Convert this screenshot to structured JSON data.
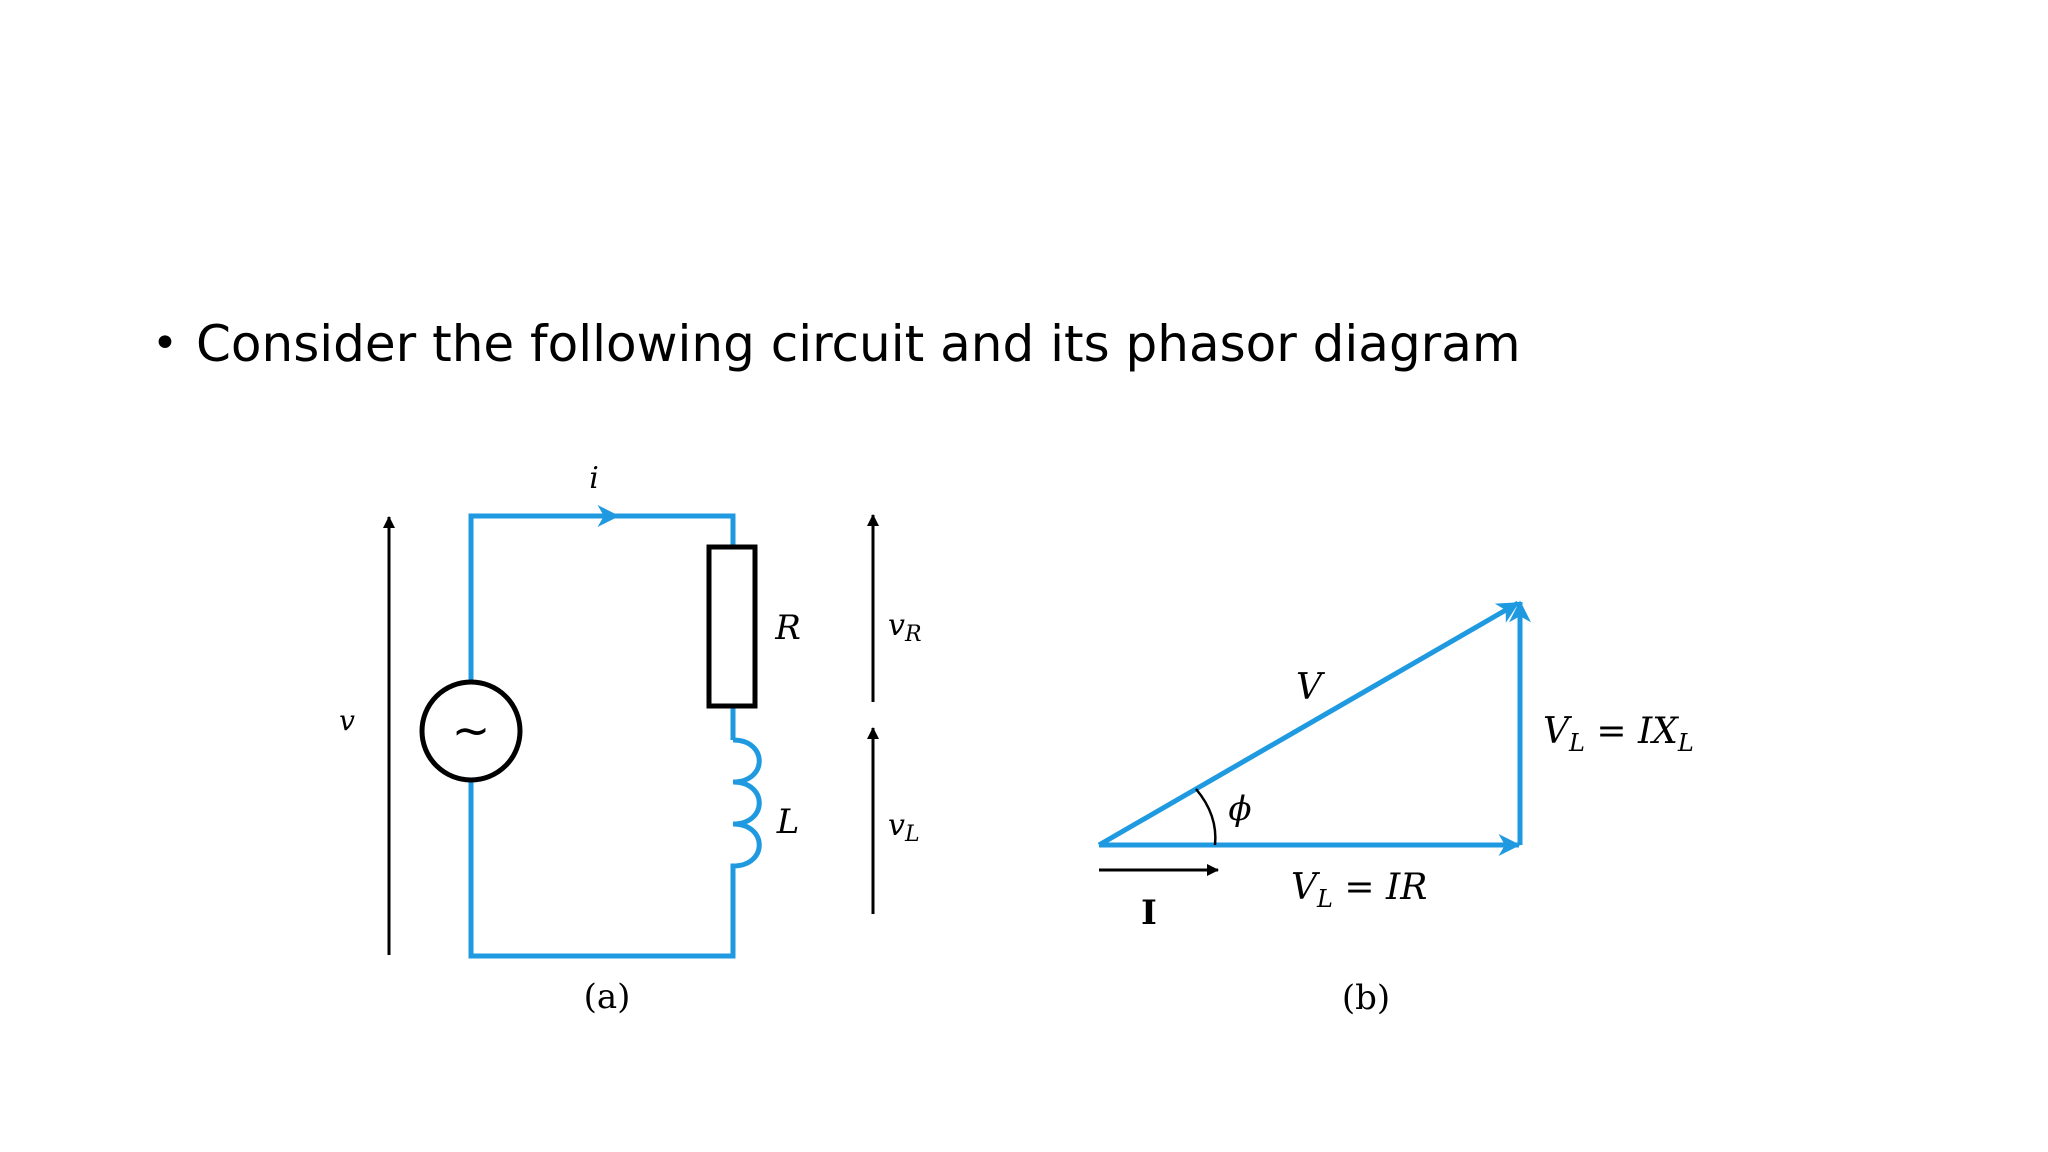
{
  "slide": {
    "bullet_symbol": "•",
    "bullet_text": "Consider the following circuit and its phasor diagram"
  },
  "circuit": {
    "current_label": "i",
    "source_voltage_label": "v",
    "source_symbol": "~",
    "resistor_label": "R",
    "inductor_label": "L",
    "resistor_voltage_main": "v",
    "resistor_voltage_sub": "R",
    "inductor_voltage_main": "v",
    "inductor_voltage_sub": "L",
    "caption": "(a)"
  },
  "phasor": {
    "total_voltage_label": "V",
    "angle_label": "ϕ",
    "current_label": "I",
    "inductor_eq_left_main": "V",
    "inductor_eq_left_sub": "L",
    "inductor_eq_right_main": "IX",
    "inductor_eq_right_sub": "L",
    "resistor_eq_left_main": "V",
    "resistor_eq_left_sub": "L",
    "resistor_eq_right": "IR",
    "equals": " = ",
    "caption": "(b)"
  },
  "colors": {
    "wire": "#1f9ae0",
    "ink": "#000000",
    "background": "#ffffff"
  }
}
